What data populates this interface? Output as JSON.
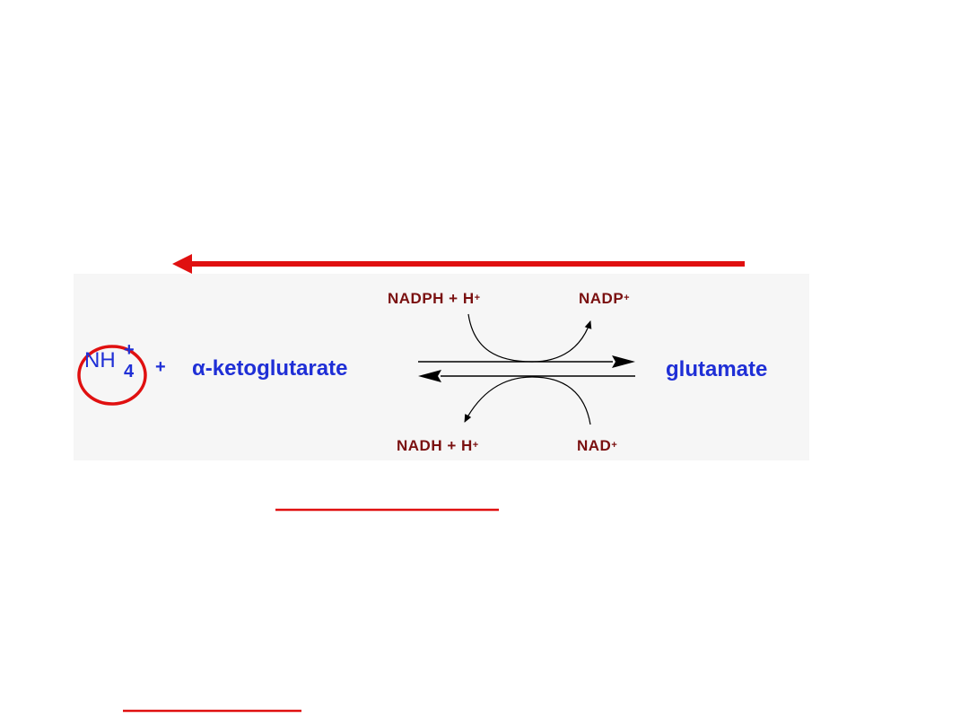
{
  "reaction": {
    "reactant_1": {
      "base": "NH",
      "subscript": "4",
      "superscript": "+"
    },
    "plus": "+",
    "reactant_2": "α-ketoglutarate",
    "product": "glutamate",
    "forward_cofactor_in": {
      "base": "NADPH + H",
      "charge": "+"
    },
    "forward_cofactor_out": {
      "base": "NADP",
      "charge": "+"
    },
    "reverse_cofactor_in": {
      "base": "NAD",
      "charge": "+"
    },
    "reverse_cofactor_out": {
      "base": "NADH + H",
      "charge": "+"
    }
  },
  "colors": {
    "species_text": "#1f2fd6",
    "cofactor_text": "#7a1010",
    "highlight_red": "#e01010",
    "panel_bg": "#f6f6f6"
  }
}
